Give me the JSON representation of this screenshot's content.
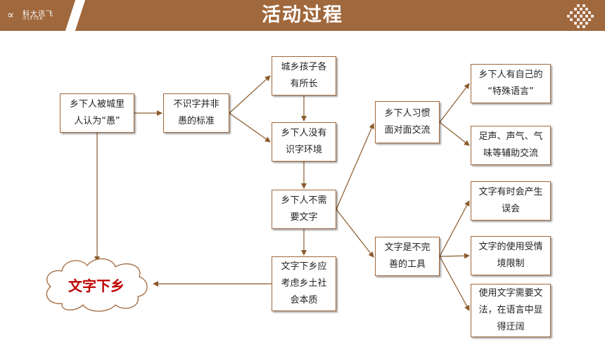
{
  "header": {
    "logo_mark": "∝",
    "logo_text_cn": "科大讯飞",
    "logo_text_en": "iFLYTEK",
    "title": "活动过程",
    "background_color": "#a0683d"
  },
  "diagram": {
    "nodes": {
      "n1": [
        "乡下人被城里",
        "人认为“愚”"
      ],
      "n2": [
        "不识字并非",
        "愚的标准"
      ],
      "n3": [
        "城乡孩子各",
        "有所长"
      ],
      "n4": [
        "乡下人没有",
        "识字环境"
      ],
      "n5": [
        "乡下人不需",
        "要文字"
      ],
      "n6": [
        "文字下乡应",
        "考虑乡土社",
        "会本质"
      ],
      "n7": [
        "乡下人习惯",
        "面对面交流"
      ],
      "n8": [
        "文字是不完",
        "善的工具"
      ],
      "n9": [
        "乡下人有自己的",
        "“特殊语言”"
      ],
      "n10": [
        "足声、声气、气",
        "味等辅助交流"
      ],
      "n11": [
        "文字有时会产生",
        "误会"
      ],
      "n12": [
        "文字的使用受情",
        "境限制"
      ],
      "n13": [
        "使用文字需要文",
        "法，在语言中显",
        "得迂阔"
      ]
    },
    "cloud_label": "文字下乡",
    "line_color": "#8b5a2b",
    "cloud_text_color": "#c00000"
  }
}
